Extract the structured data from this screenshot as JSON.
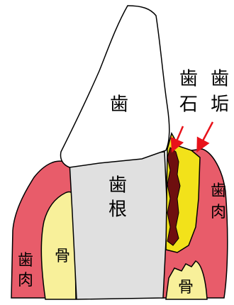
{
  "labels": {
    "crown": "歯",
    "root_line1": "歯",
    "root_line2": "根",
    "calculus_line1": "歯",
    "calculus_line2": "石",
    "plaque_line1": "歯",
    "plaque_line2": "垢",
    "gum_right_line1": "歯",
    "gum_right_line2": "肉",
    "gum_left_line1": "歯",
    "gum_left_line2": "肉",
    "bone_left": "骨",
    "bone_right": "骨"
  },
  "colors": {
    "gum": "#e85c6a",
    "bone": "#f8f09a",
    "plaque": "#f2e21a",
    "calculus": "#6e0f0f",
    "root": "#e0e0e0",
    "crown": "#ffffff",
    "outline": "#000000",
    "arrow": "#e8121a"
  }
}
